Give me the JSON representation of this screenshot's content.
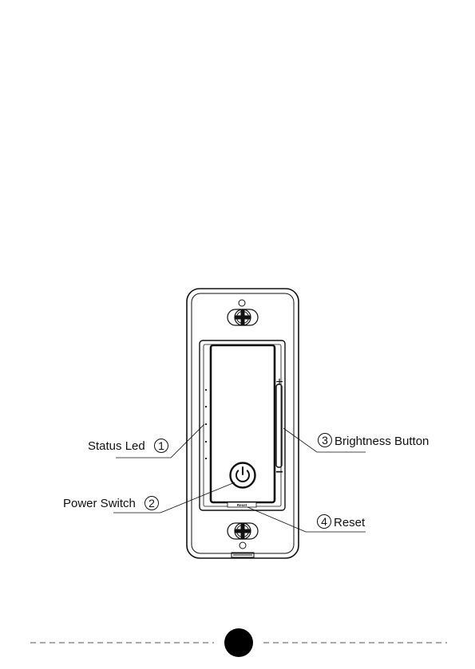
{
  "callouts": [
    {
      "id": "status-led",
      "text": "Status Led",
      "number": "1"
    },
    {
      "id": "power-switch",
      "text": "Power Switch",
      "number": "2"
    },
    {
      "id": "brightness-button",
      "text": "Brightness Button",
      "number": "3"
    },
    {
      "id": "reset",
      "text": "Reset",
      "number": "4"
    }
  ],
  "device": {
    "plus_sign": "+",
    "minus_sign": "−",
    "reset_label": "Reset"
  }
}
